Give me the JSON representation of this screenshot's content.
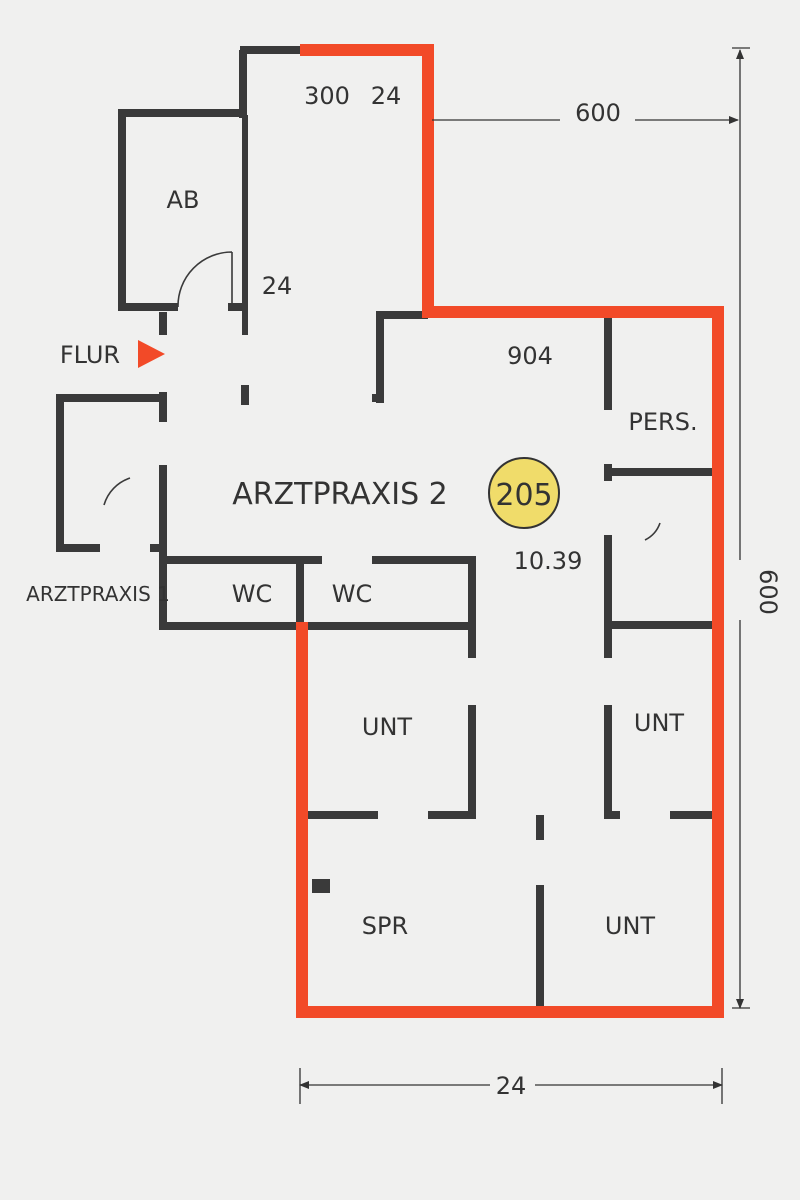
{
  "plan": {
    "rooms": {
      "main": "ARZTPRAXIS 2",
      "neighbor": "ARZTPRAXIS 1",
      "ab": "AB",
      "flur": "FLUR",
      "pers": "PERS.",
      "wc1": "WC",
      "wc2": "WC",
      "unt1": "UNT",
      "unt2": "UNT",
      "unt3": "UNT",
      "spr": "SPR"
    },
    "room_number": "205",
    "area": "10.39",
    "labels": {
      "top_300": "300",
      "top_24": "24",
      "side_24": "24",
      "label_904": "904"
    },
    "dimensions": {
      "top": "600",
      "right": "600",
      "bottom": "24"
    },
    "colors": {
      "wall": "#3a3a3a",
      "boundary": "#f24a28",
      "badge": "#f0dc6a",
      "background": "#f0f0ef"
    }
  }
}
